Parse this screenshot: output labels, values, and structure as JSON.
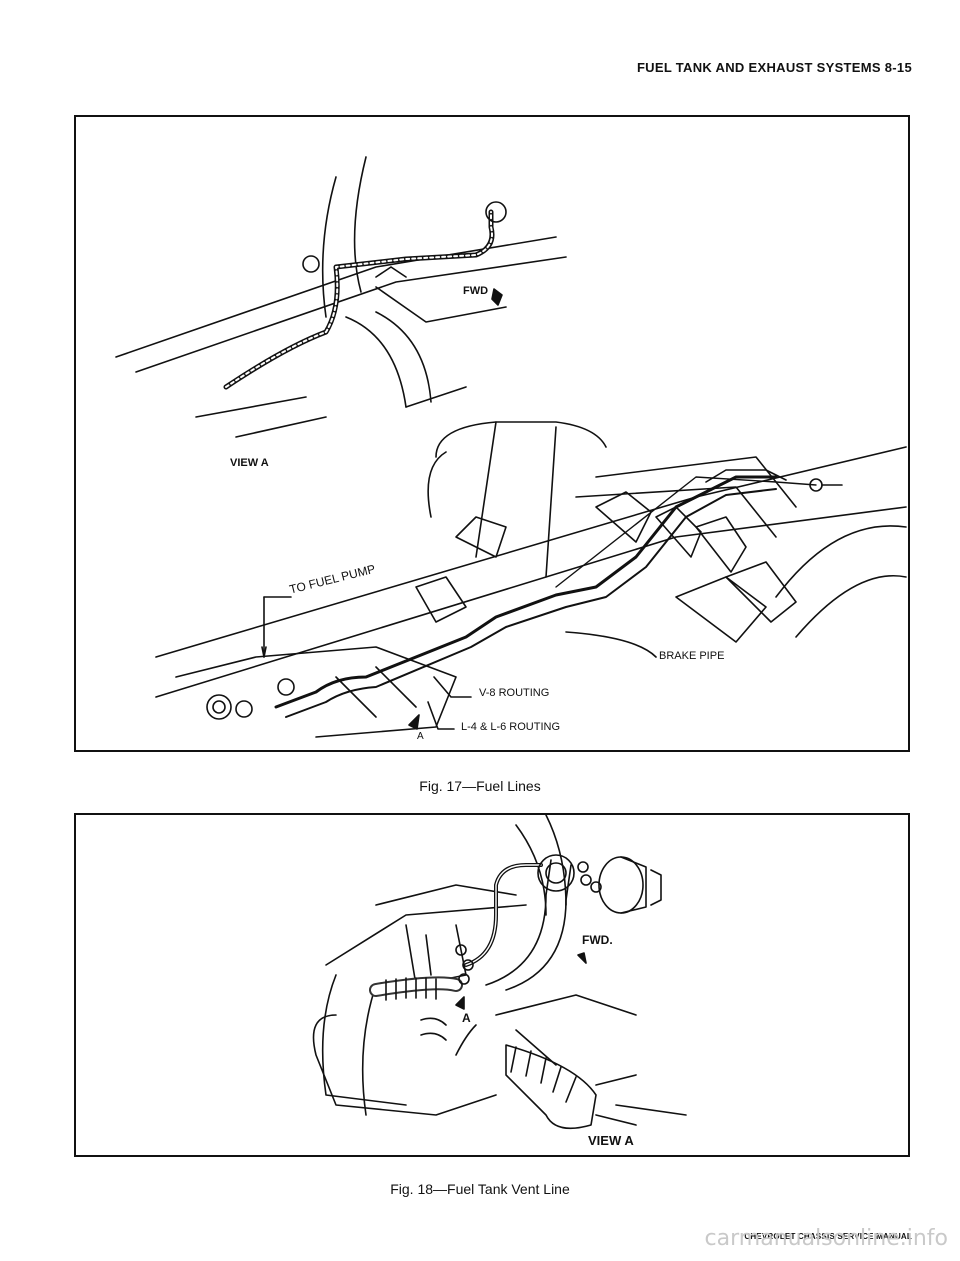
{
  "header": {
    "title": "FUEL TANK AND EXHAUST SYSTEMS 8-15"
  },
  "figure17": {
    "caption": "Fig. 17—Fuel Lines",
    "labels": {
      "view_a": "VIEW A",
      "fwd": "FWD",
      "to_fuel_pump": "TO FUEL PUMP",
      "brake_pipe": "BRAKE PIPE",
      "v8_routing": "V-8 ROUTING",
      "l4_l6_routing": "L-4 & L-6 ROUTING",
      "arrow_a": "A"
    }
  },
  "figure18": {
    "caption": "Fig. 18—Fuel Tank Vent Line",
    "labels": {
      "fwd": "FWD.",
      "arrow_a": "A",
      "view_a": "VIEW A"
    }
  },
  "footer": {
    "text": "CHEVROLET CHASSIS SERVICE MANUAL"
  },
  "watermark": {
    "text": "carmanualsonline.info"
  }
}
